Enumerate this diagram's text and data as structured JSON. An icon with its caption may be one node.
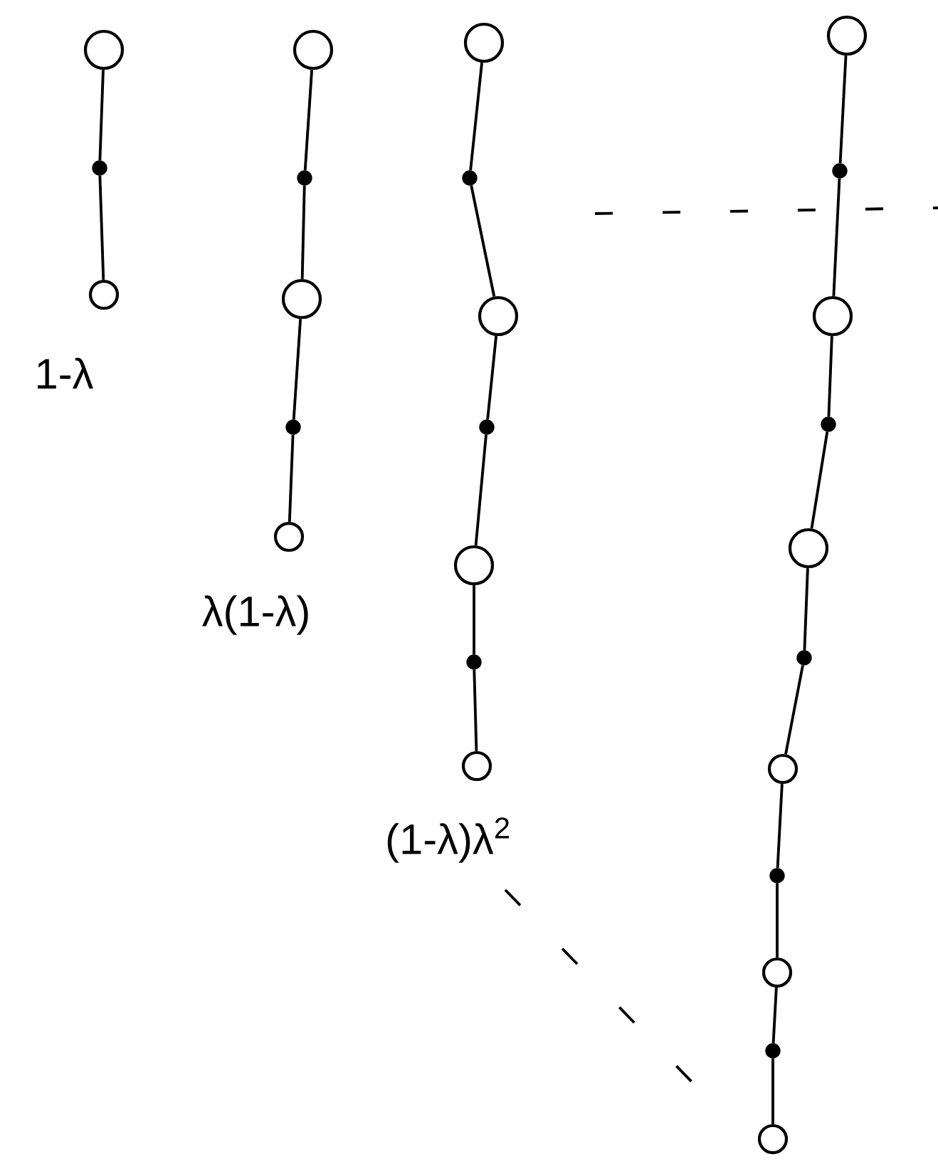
{
  "diagram": {
    "nodes": [
      {
        "text": [],
        "shape": "circle"
      },
      {
        "text": [],
        "shape": "dot"
      },
      {
        "text": [],
        "shape": "circle"
      },
      {
        "text": [],
        "shape": "circle"
      },
      {
        "text": [],
        "shape": "dot"
      },
      {
        "text": [],
        "shape": "circle"
      },
      {
        "text": [],
        "shape": "dot"
      },
      {
        "text": [],
        "shape": "circle"
      },
      {
        "text": [],
        "shape": "circle"
      },
      {
        "text": [],
        "shape": "dot"
      },
      {
        "text": [],
        "shape": "circle"
      },
      {
        "text": [],
        "shape": "dot"
      },
      {
        "text": [],
        "shape": "circle"
      },
      {
        "text": [],
        "shape": "dot"
      },
      {
        "text": [],
        "shape": "circle"
      },
      {
        "text": [],
        "shape": "circle"
      },
      {
        "text": [],
        "shape": "dot"
      },
      {
        "text": [],
        "shape": "circle"
      },
      {
        "text": [],
        "shape": "dot"
      },
      {
        "text": [],
        "shape": "circle"
      },
      {
        "text": [],
        "shape": "dot"
      },
      {
        "text": [],
        "shape": "circle"
      },
      {
        "text": [],
        "shape": "dot"
      },
      {
        "text": [],
        "shape": "circle"
      },
      {
        "text": [],
        "shape": "dot"
      },
      {
        "text": [],
        "shape": "circle"
      }
    ],
    "edges": [
      {
        "from": 0,
        "to": 1,
        "arrow": "none"
      },
      {
        "from": 1,
        "to": 2,
        "arrow": "none"
      },
      {
        "from": 3,
        "to": 4,
        "arrow": "none"
      },
      {
        "from": 4,
        "to": 5,
        "arrow": "none"
      },
      {
        "from": 5,
        "to": 6,
        "arrow": "none"
      },
      {
        "from": 6,
        "to": 7,
        "arrow": "none"
      },
      {
        "from": 8,
        "to": 9,
        "arrow": "none"
      },
      {
        "from": 9,
        "to": 10,
        "arrow": "none"
      },
      {
        "from": 10,
        "to": 11,
        "arrow": "none"
      },
      {
        "from": 11,
        "to": 12,
        "arrow": "none"
      },
      {
        "from": 12,
        "to": 13,
        "arrow": "none"
      },
      {
        "from": 13,
        "to": 14,
        "arrow": "none"
      },
      {
        "from": 15,
        "to": 16,
        "arrow": "none"
      },
      {
        "from": 16,
        "to": 17,
        "arrow": "none"
      },
      {
        "from": 17,
        "to": 18,
        "arrow": "none"
      },
      {
        "from": 18,
        "to": 19,
        "arrow": "none"
      },
      {
        "from": 19,
        "to": 20,
        "arrow": "none"
      },
      {
        "from": 20,
        "to": 21,
        "arrow": "none"
      },
      {
        "from": 21,
        "to": 22,
        "arrow": "none"
      },
      {
        "from": 22,
        "to": 23,
        "arrow": "none"
      },
      {
        "from": 23,
        "to": 24,
        "arrow": "none"
      },
      {
        "from": 24,
        "to": 25,
        "arrow": "none"
      }
    ],
    "labels": [
      "1-λ",
      "λ(1-λ)",
      "(1-λ)λ$^{2}$"
    ]
  }
}
